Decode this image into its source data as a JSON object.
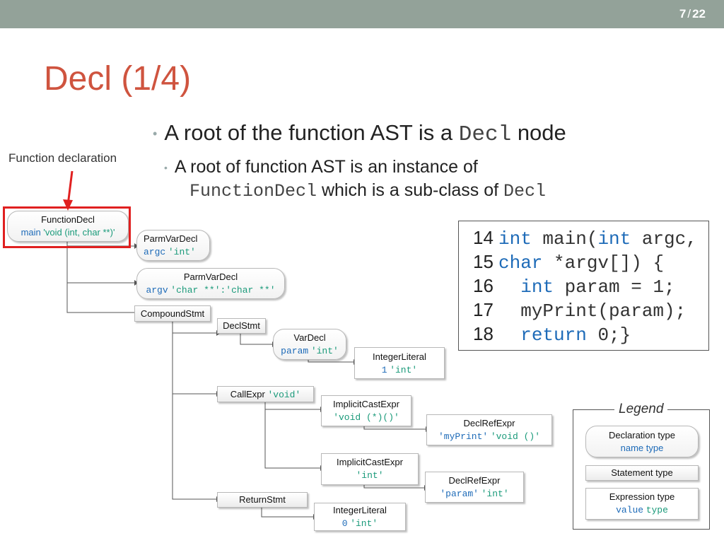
{
  "slide": {
    "page_current": "7",
    "page_sep": "/",
    "page_total": "22",
    "title": "Decl (1/4)",
    "bullet1": {
      "text_a": "A root of the function AST is a ",
      "code": "Decl",
      "text_b": " node"
    },
    "bullet2": {
      "text_a": "A root of function AST is an instance of",
      "code1": "FunctionDecl",
      "text_b": " which is a sub-class of ",
      "code2": "Decl"
    },
    "annotation": "Function declaration"
  },
  "tree": {
    "function_decl": {
      "label": "FunctionDecl",
      "name": "main",
      "type": "'void (int, char **)'"
    },
    "parm_argc": {
      "label": "ParmVarDecl",
      "name": "argc",
      "type": "'int'"
    },
    "parm_argv": {
      "label": "ParmVarDecl",
      "name": "argv",
      "type": "'char **':'char **'"
    },
    "compound": {
      "label": "CompoundStmt"
    },
    "declstmt": {
      "label": "DeclStmt"
    },
    "vardecl": {
      "label": "VarDecl",
      "name": "param",
      "type": "'int'"
    },
    "intlit1": {
      "label": "IntegerLiteral",
      "value": "1",
      "type": "'int'"
    },
    "callexpr": {
      "label": "CallExpr",
      "type": "'void'"
    },
    "implicit1": {
      "label": "ImplicitCastExpr",
      "type": "'void (*)()'"
    },
    "declref1": {
      "label": "DeclRefExpr",
      "name": "'myPrint'",
      "type": "'void ()'"
    },
    "implicit2": {
      "label": "ImplicitCastExpr",
      "type": "'int'"
    },
    "declref2": {
      "label": "DeclRefExpr",
      "name": "'param'",
      "type": "'int'"
    },
    "returnstmt": {
      "label": "ReturnStmt"
    },
    "intlit0": {
      "label": "IntegerLiteral",
      "value": "0",
      "type": "'int'"
    }
  },
  "code": [
    {
      "num": "14",
      "parts": [
        {
          "k": "int"
        },
        {
          "c": " main("
        },
        {
          "k": "int"
        },
        {
          "c": " argc,"
        }
      ]
    },
    {
      "num": "15",
      "parts": [
        {
          "k": "char"
        },
        {
          "c": " *argv[]) {"
        }
      ]
    },
    {
      "num": "16",
      "parts": [
        {
          "c": "  "
        },
        {
          "k": "int"
        },
        {
          "c": " param = 1;"
        }
      ]
    },
    {
      "num": "17",
      "parts": [
        {
          "c": "  myPrint(param);"
        }
      ]
    },
    {
      "num": "18",
      "parts": [
        {
          "c": "  "
        },
        {
          "k": "return"
        },
        {
          "c": " 0;}"
        }
      ]
    }
  ],
  "legend": {
    "title": "Legend",
    "decl_label": "Declaration type",
    "decl_sub": "name type",
    "stmt_label": "Statement type",
    "expr_label": "Expression type",
    "expr_sub_name": "value",
    "expr_sub_type": "type"
  },
  "colors": {
    "title": "#cf543f",
    "name": "#1e6bb8",
    "type": "#1a9a7a",
    "highlight": "#e02020",
    "topbar": "#93a299"
  }
}
